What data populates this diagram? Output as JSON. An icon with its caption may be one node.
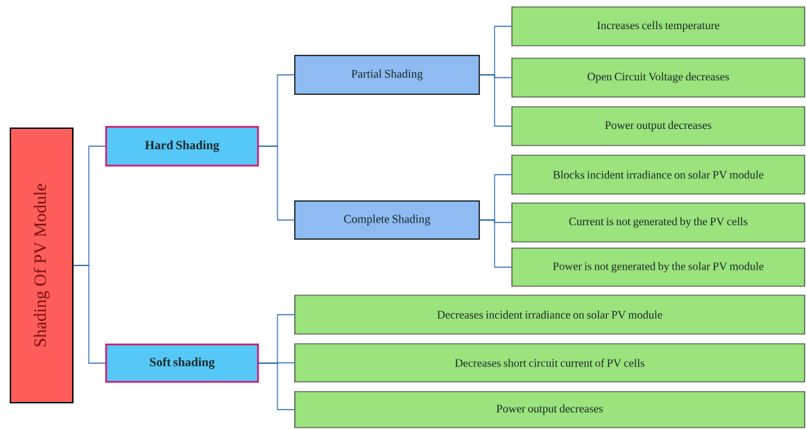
{
  "diagram": {
    "nodes": [
      {
        "text": [
          "Shading Of PV Module"
        ]
      },
      {
        "text": [
          "Hard Shading"
        ]
      },
      {
        "text": [
          "Soft shading"
        ]
      },
      {
        "text": [
          "Partial Shading"
        ]
      },
      {
        "text": [
          "Complete Shading"
        ]
      },
      {
        "text": [
          "Increases cells temperature"
        ]
      },
      {
        "text": [
          "Open Circuit Voltage decreases"
        ]
      },
      {
        "text": [
          "Power output decreases"
        ]
      },
      {
        "text": [
          "Blocks incident irradiance on solar PV module"
        ]
      },
      {
        "text": [
          "Current is not generated by the PV cells"
        ]
      },
      {
        "text": [
          "Power is not generated by the solar PV module"
        ]
      },
      {
        "text": [
          "Decreases incident irradiance on solar PV module"
        ]
      },
      {
        "text": [
          "Decreases short circuit current of PV cells"
        ]
      },
      {
        "text": [
          "Power output decreases"
        ]
      }
    ],
    "edges": [
      {
        "from": 0,
        "to": 1,
        "arrow": "none"
      },
      {
        "from": 0,
        "to": 2,
        "arrow": "none"
      },
      {
        "from": 1,
        "to": 3,
        "arrow": "none"
      },
      {
        "from": 1,
        "to": 4,
        "arrow": "none"
      },
      {
        "from": 3,
        "to": 5,
        "arrow": "none"
      },
      {
        "from": 3,
        "to": 6,
        "arrow": "none"
      },
      {
        "from": 3,
        "to": 7,
        "arrow": "none"
      },
      {
        "from": 4,
        "to": 8,
        "arrow": "none"
      },
      {
        "from": 4,
        "to": 9,
        "arrow": "none"
      },
      {
        "from": 4,
        "to": 10,
        "arrow": "none"
      },
      {
        "from": 2,
        "to": 11,
        "arrow": "none"
      },
      {
        "from": 2,
        "to": 12,
        "arrow": "none"
      },
      {
        "from": 2,
        "to": 13,
        "arrow": "none"
      }
    ]
  }
}
